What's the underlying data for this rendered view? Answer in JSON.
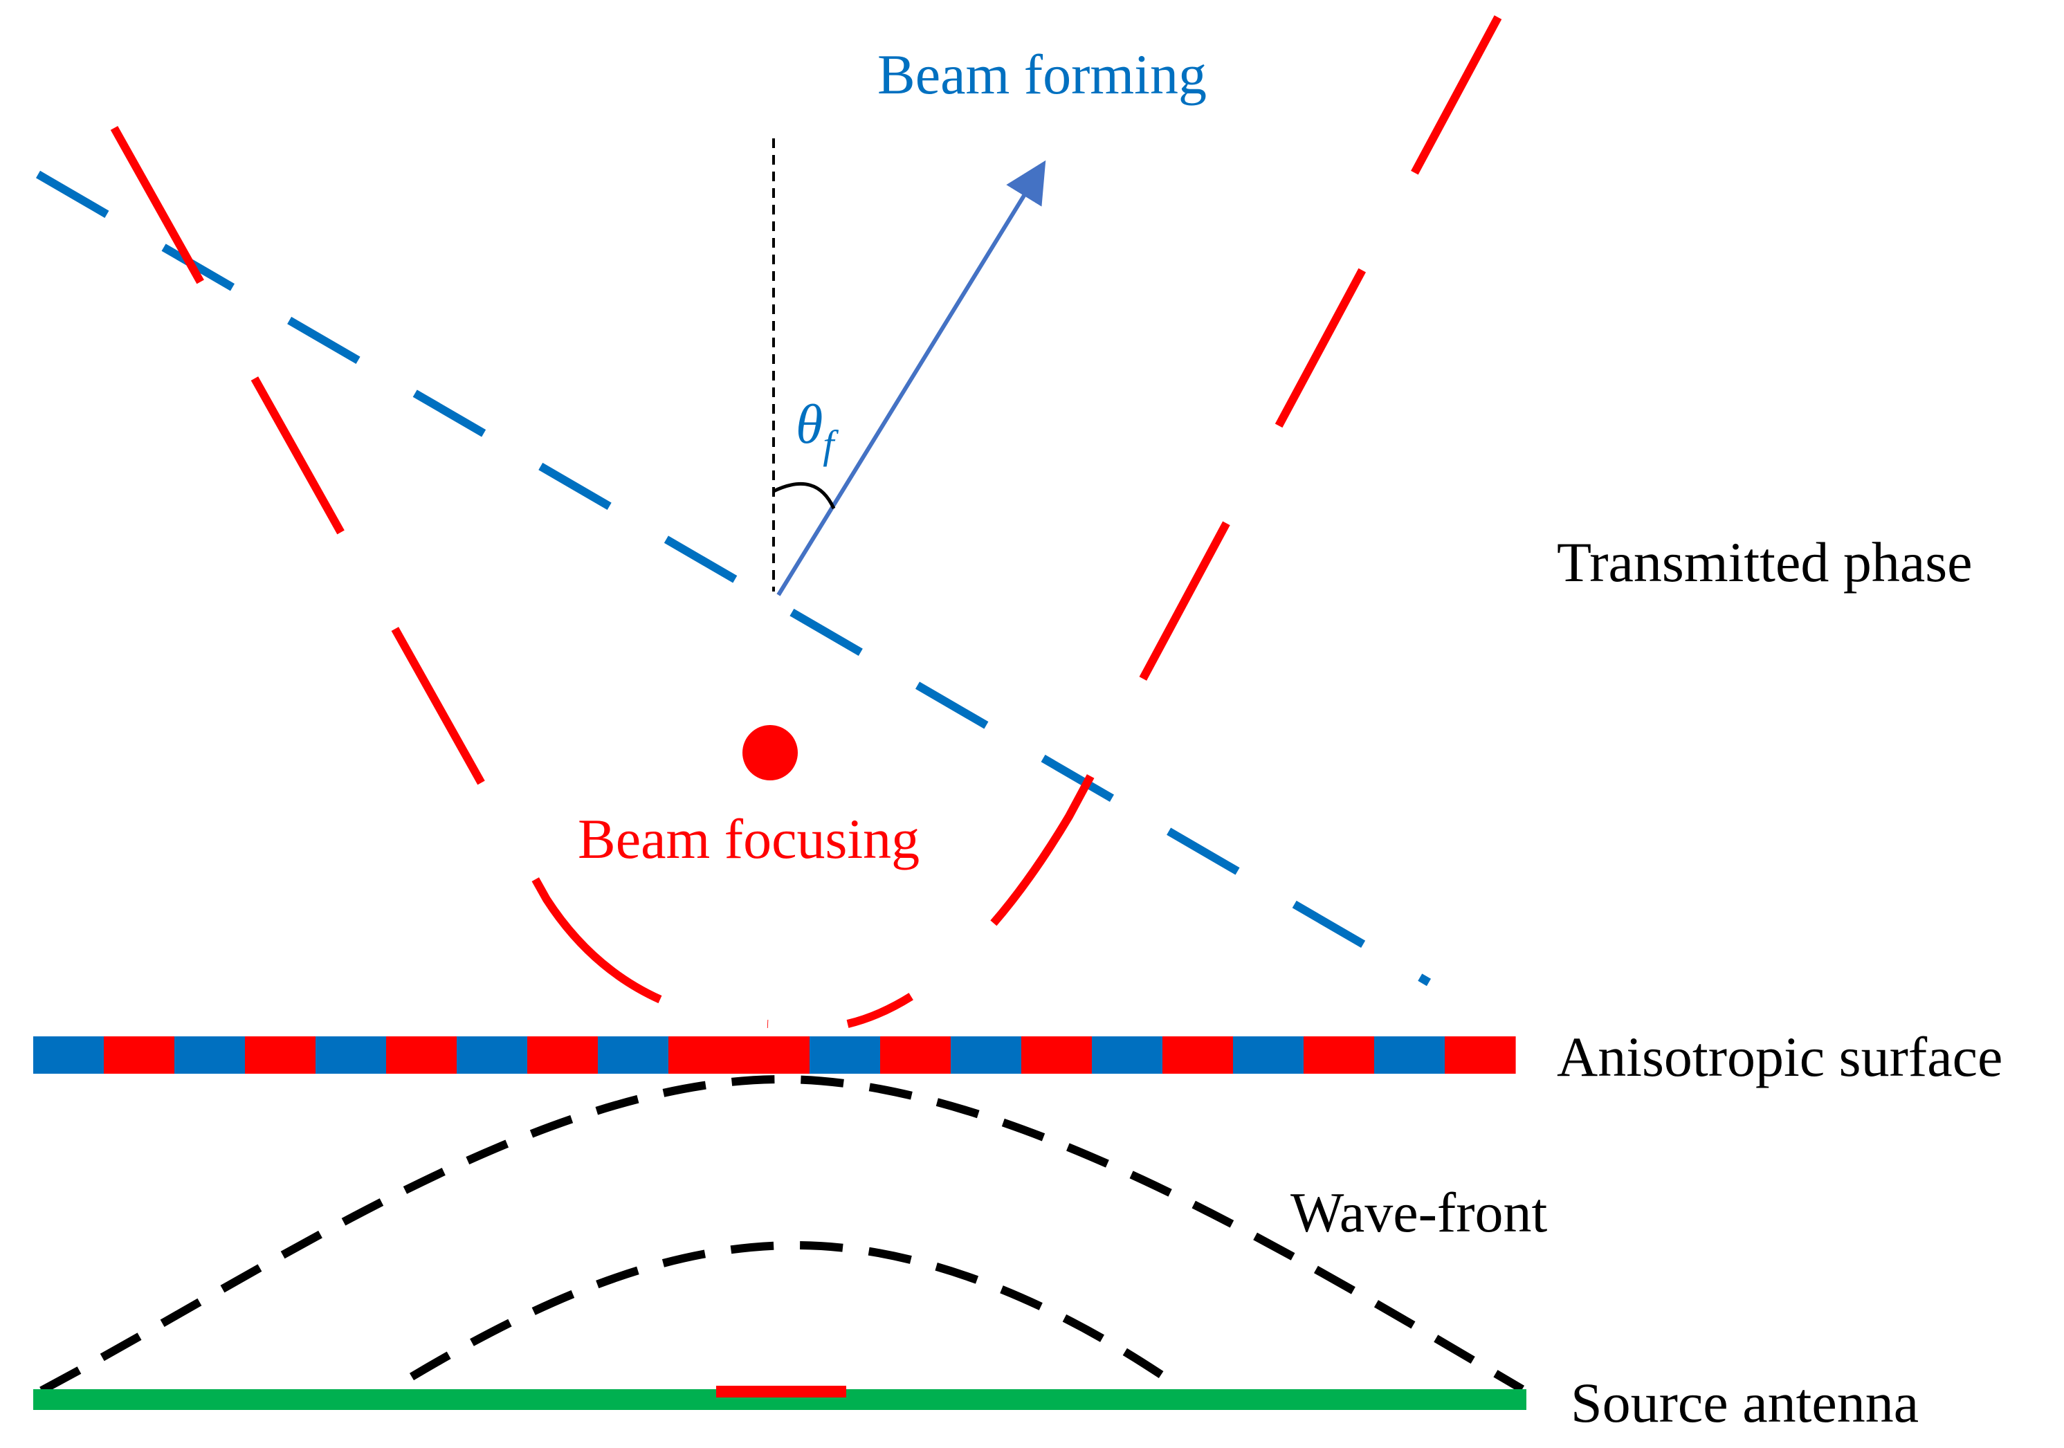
{
  "labels": {
    "beam_forming": "Beam forming",
    "beam_focusing": "Beam focusing",
    "angle_symbol": "θ",
    "angle_subscript": "f",
    "transmitted_phase": "Transmitted phase",
    "anisotropic_surface": "Anisotropic surface",
    "wave_front": "Wave-front",
    "source_antenna": "Source antenna"
  },
  "colors": {
    "focusing": "#ff0000",
    "forming": "#0070c0",
    "beam_arrow": "#4472c4",
    "label_forming": "#0070c0",
    "wave_front": "#000000",
    "antenna": "#00b050",
    "text": "#000000"
  },
  "surface_pattern": [
    "blue",
    "red",
    "blue",
    "red",
    "blue",
    "red",
    "blue",
    "red",
    "blue",
    "red",
    "red",
    "blue",
    "red",
    "blue",
    "red",
    "blue",
    "red",
    "blue",
    "red",
    "blue",
    "red"
  ]
}
